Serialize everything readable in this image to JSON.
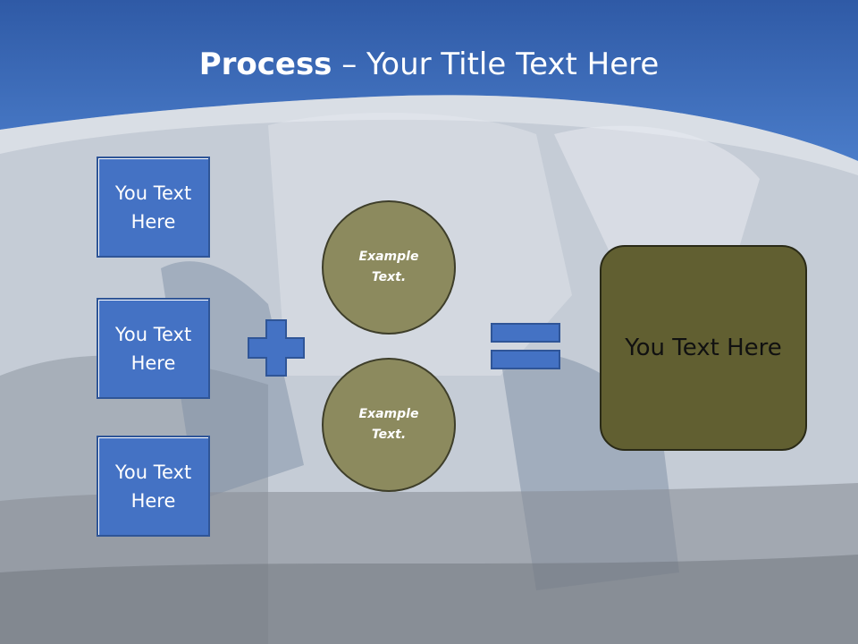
{
  "slide": {
    "title_bold": "Process",
    "title_rest": " – Your Title Text Here",
    "inputs": [
      {
        "label": "You Text Here"
      },
      {
        "label": "You Text Here"
      },
      {
        "label": "You Text Here"
      }
    ],
    "circles": [
      {
        "label": "Example Text."
      },
      {
        "label": "Example Text."
      }
    ],
    "result": {
      "label": "You Text Here"
    },
    "operators": {
      "plus_icon": "plus-icon",
      "equals_icon": "equals-icon"
    }
  },
  "colors": {
    "header_blue": "#3e6fbf",
    "box_blue": "#4472c4",
    "circle_olive": "#8c8a5e",
    "result_olive": "#615f31"
  }
}
